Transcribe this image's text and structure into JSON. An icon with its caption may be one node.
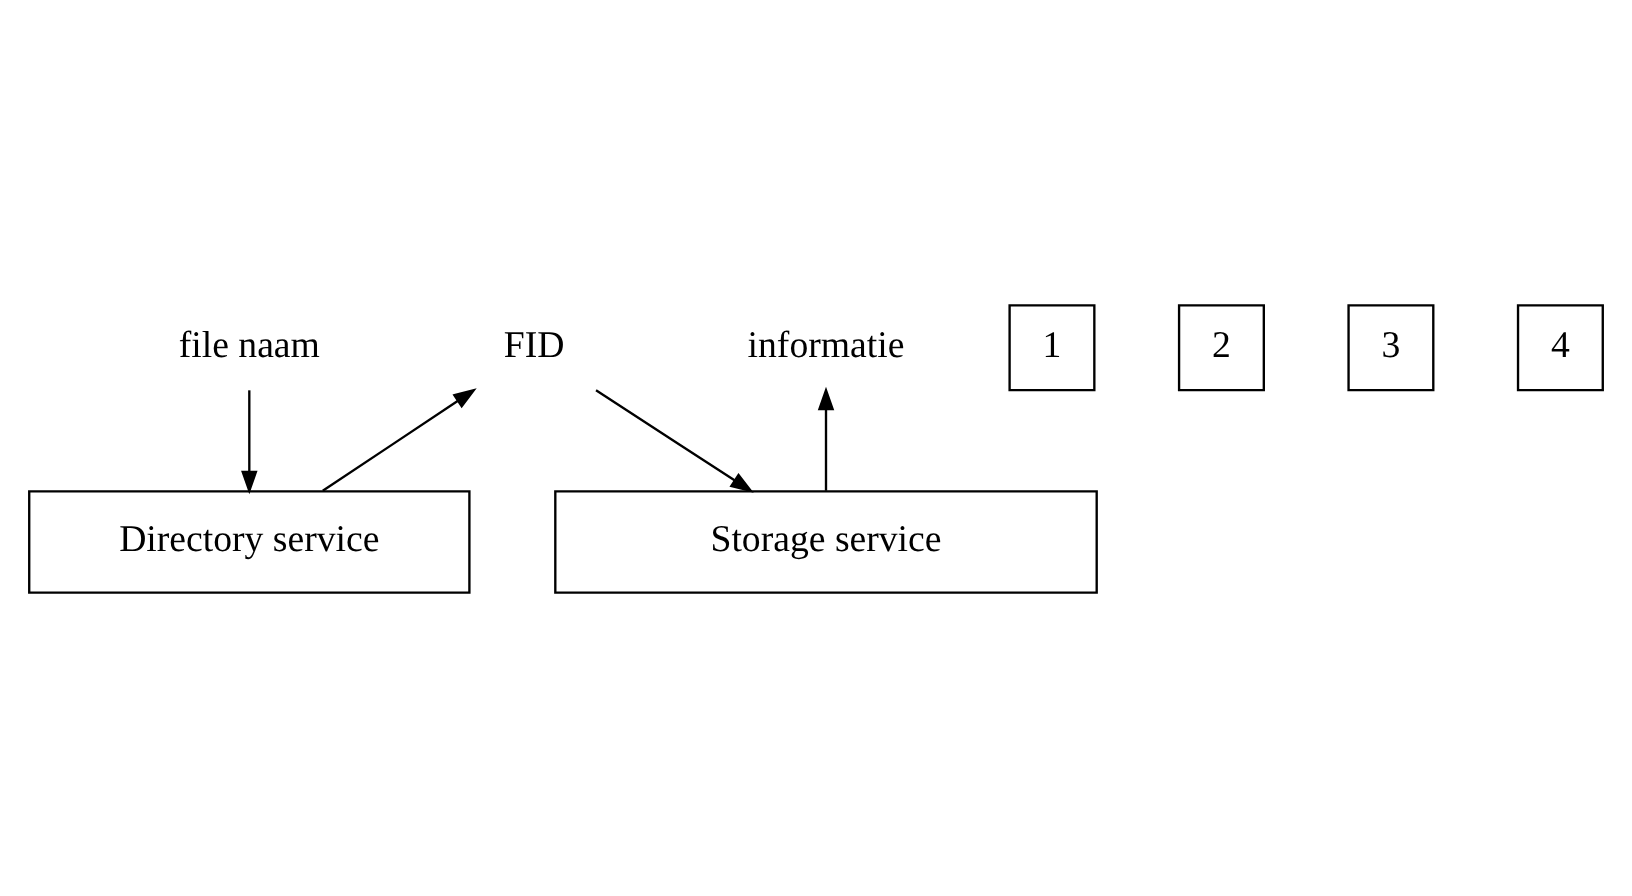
{
  "diagram": {
    "nodes": [
      {
        "text": [
          "file naam"
        ]
      },
      {
        "text": [
          "FID"
        ]
      },
      {
        "text": [
          "informatie"
        ]
      },
      {
        "text": [
          "1"
        ]
      },
      {
        "text": [
          "2"
        ]
      },
      {
        "text": [
          "3"
        ]
      },
      {
        "text": [
          "4"
        ]
      },
      {
        "text": [
          "Directory service"
        ]
      },
      {
        "text": [
          "Storage service"
        ]
      }
    ],
    "edges": [
      {
        "from": 0,
        "to": 7,
        "arrow": "to"
      },
      {
        "from": 7,
        "to": 1,
        "arrow": "to"
      },
      {
        "from": 1,
        "to": 8,
        "arrow": "to"
      },
      {
        "from": 8,
        "to": 2,
        "arrow": "to"
      }
    ]
  }
}
